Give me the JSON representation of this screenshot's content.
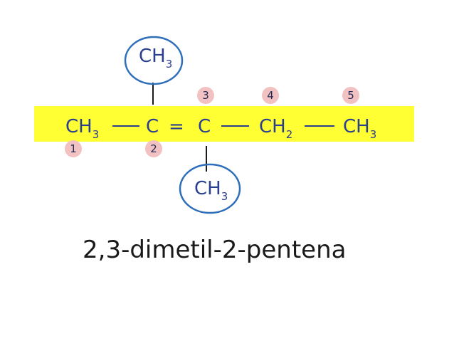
{
  "colors": {
    "highlight": "#FFFF33",
    "circle": "#2E6FBA",
    "badge": "#F2C2C2",
    "formula_text": "#2B3F8F",
    "name_text": "#1A1A1A"
  },
  "groups": {
    "top_branch": {
      "main": "CH",
      "sub": "3"
    },
    "bottom_branch": {
      "main": "CH",
      "sub": "3"
    },
    "c1": {
      "main": "CH",
      "sub": "3"
    },
    "c2": {
      "main": "C"
    },
    "c3": {
      "main": "C"
    },
    "c4": {
      "main": "CH",
      "sub": "2"
    },
    "c5": {
      "main": "CH",
      "sub": "3"
    }
  },
  "bonds": {
    "double": "="
  },
  "numbers": [
    "1",
    "2",
    "3",
    "4",
    "5"
  ],
  "compound_name": "2,3-dimetil-2-pentena"
}
